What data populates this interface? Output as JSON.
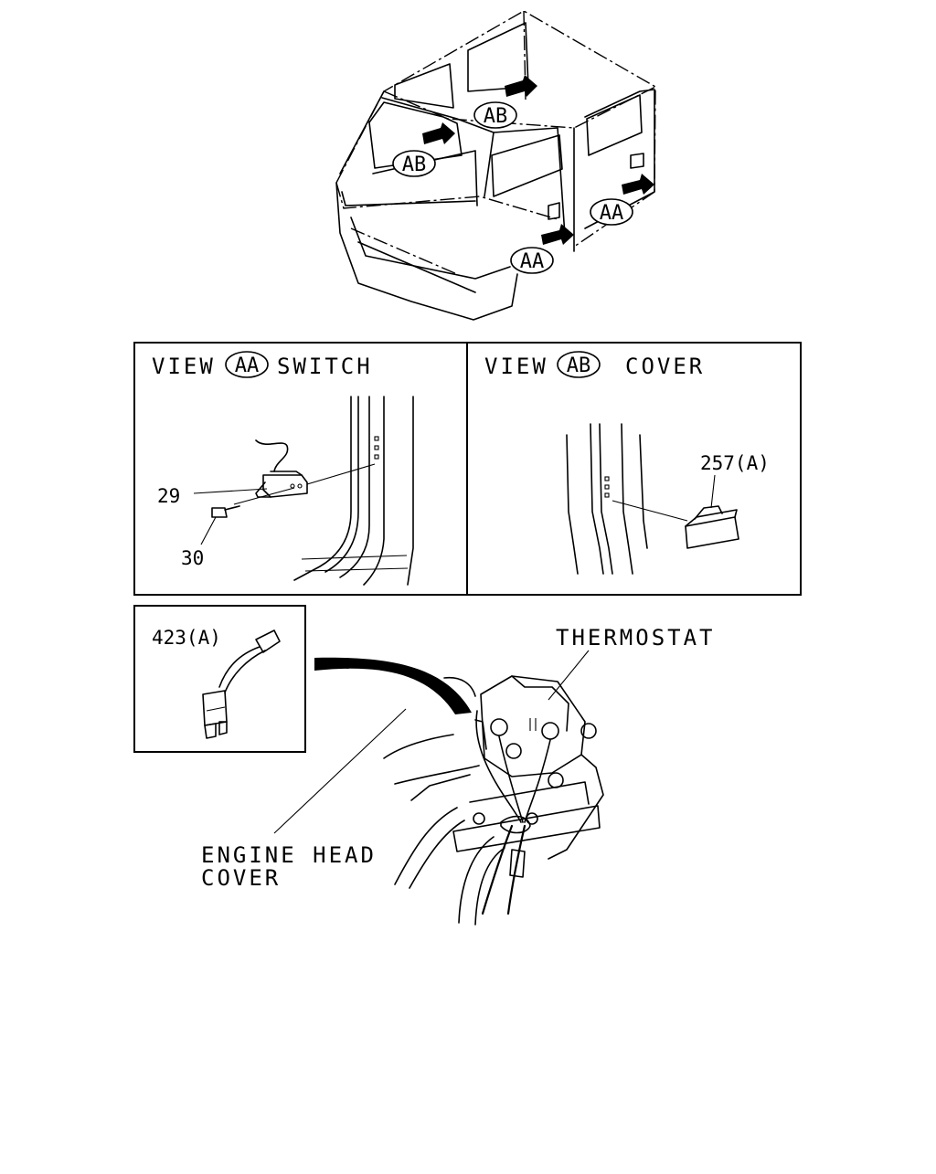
{
  "overview": {
    "callouts": [
      "AB",
      "AB",
      "AA",
      "AA"
    ]
  },
  "view_aa": {
    "view_word": "VIEW",
    "view_code": "AA",
    "part_name": "SWITCH",
    "part_numbers": [
      "29",
      "30"
    ]
  },
  "view_ab": {
    "view_word": "VIEW",
    "view_code": "AB",
    "part_name": "COVER",
    "part_number": "257(A)"
  },
  "sensor_inset": {
    "part_number": "423(A)"
  },
  "engine": {
    "thermostat_label": "THERMOSTAT",
    "engine_head_label_line1": "ENGINE HEAD",
    "engine_head_label_line2": "COVER"
  }
}
